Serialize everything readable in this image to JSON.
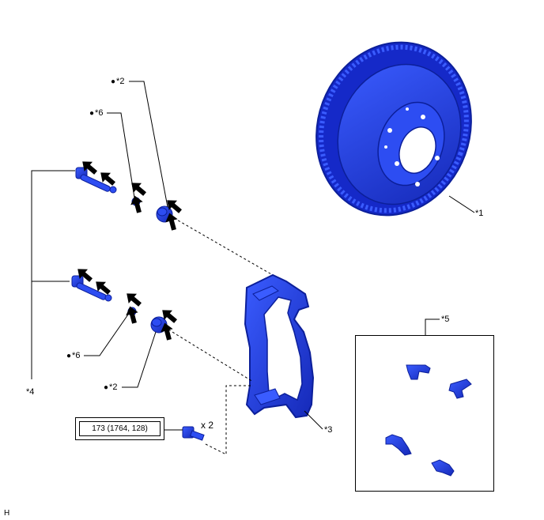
{
  "labels": {
    "rotor": "*1",
    "bushing_upper": "*2",
    "bushing_lower": "*2",
    "mounting": "*3",
    "slide_pins": "*4",
    "pad_kit": "*5",
    "boot_upper": "*6",
    "boot_lower": "*6",
    "bullet": "●",
    "quantity": "x 2",
    "torque": "173 (1764, 128)",
    "corner_mark": "H"
  },
  "colors": {
    "part_blue": "#1f3fe0",
    "part_dark": "#0c1f9a",
    "arrow": "#000000",
    "line": "#000000"
  },
  "icons": {
    "lubricant_point": "black-arrow-icon",
    "bullet": "filled-circle"
  }
}
